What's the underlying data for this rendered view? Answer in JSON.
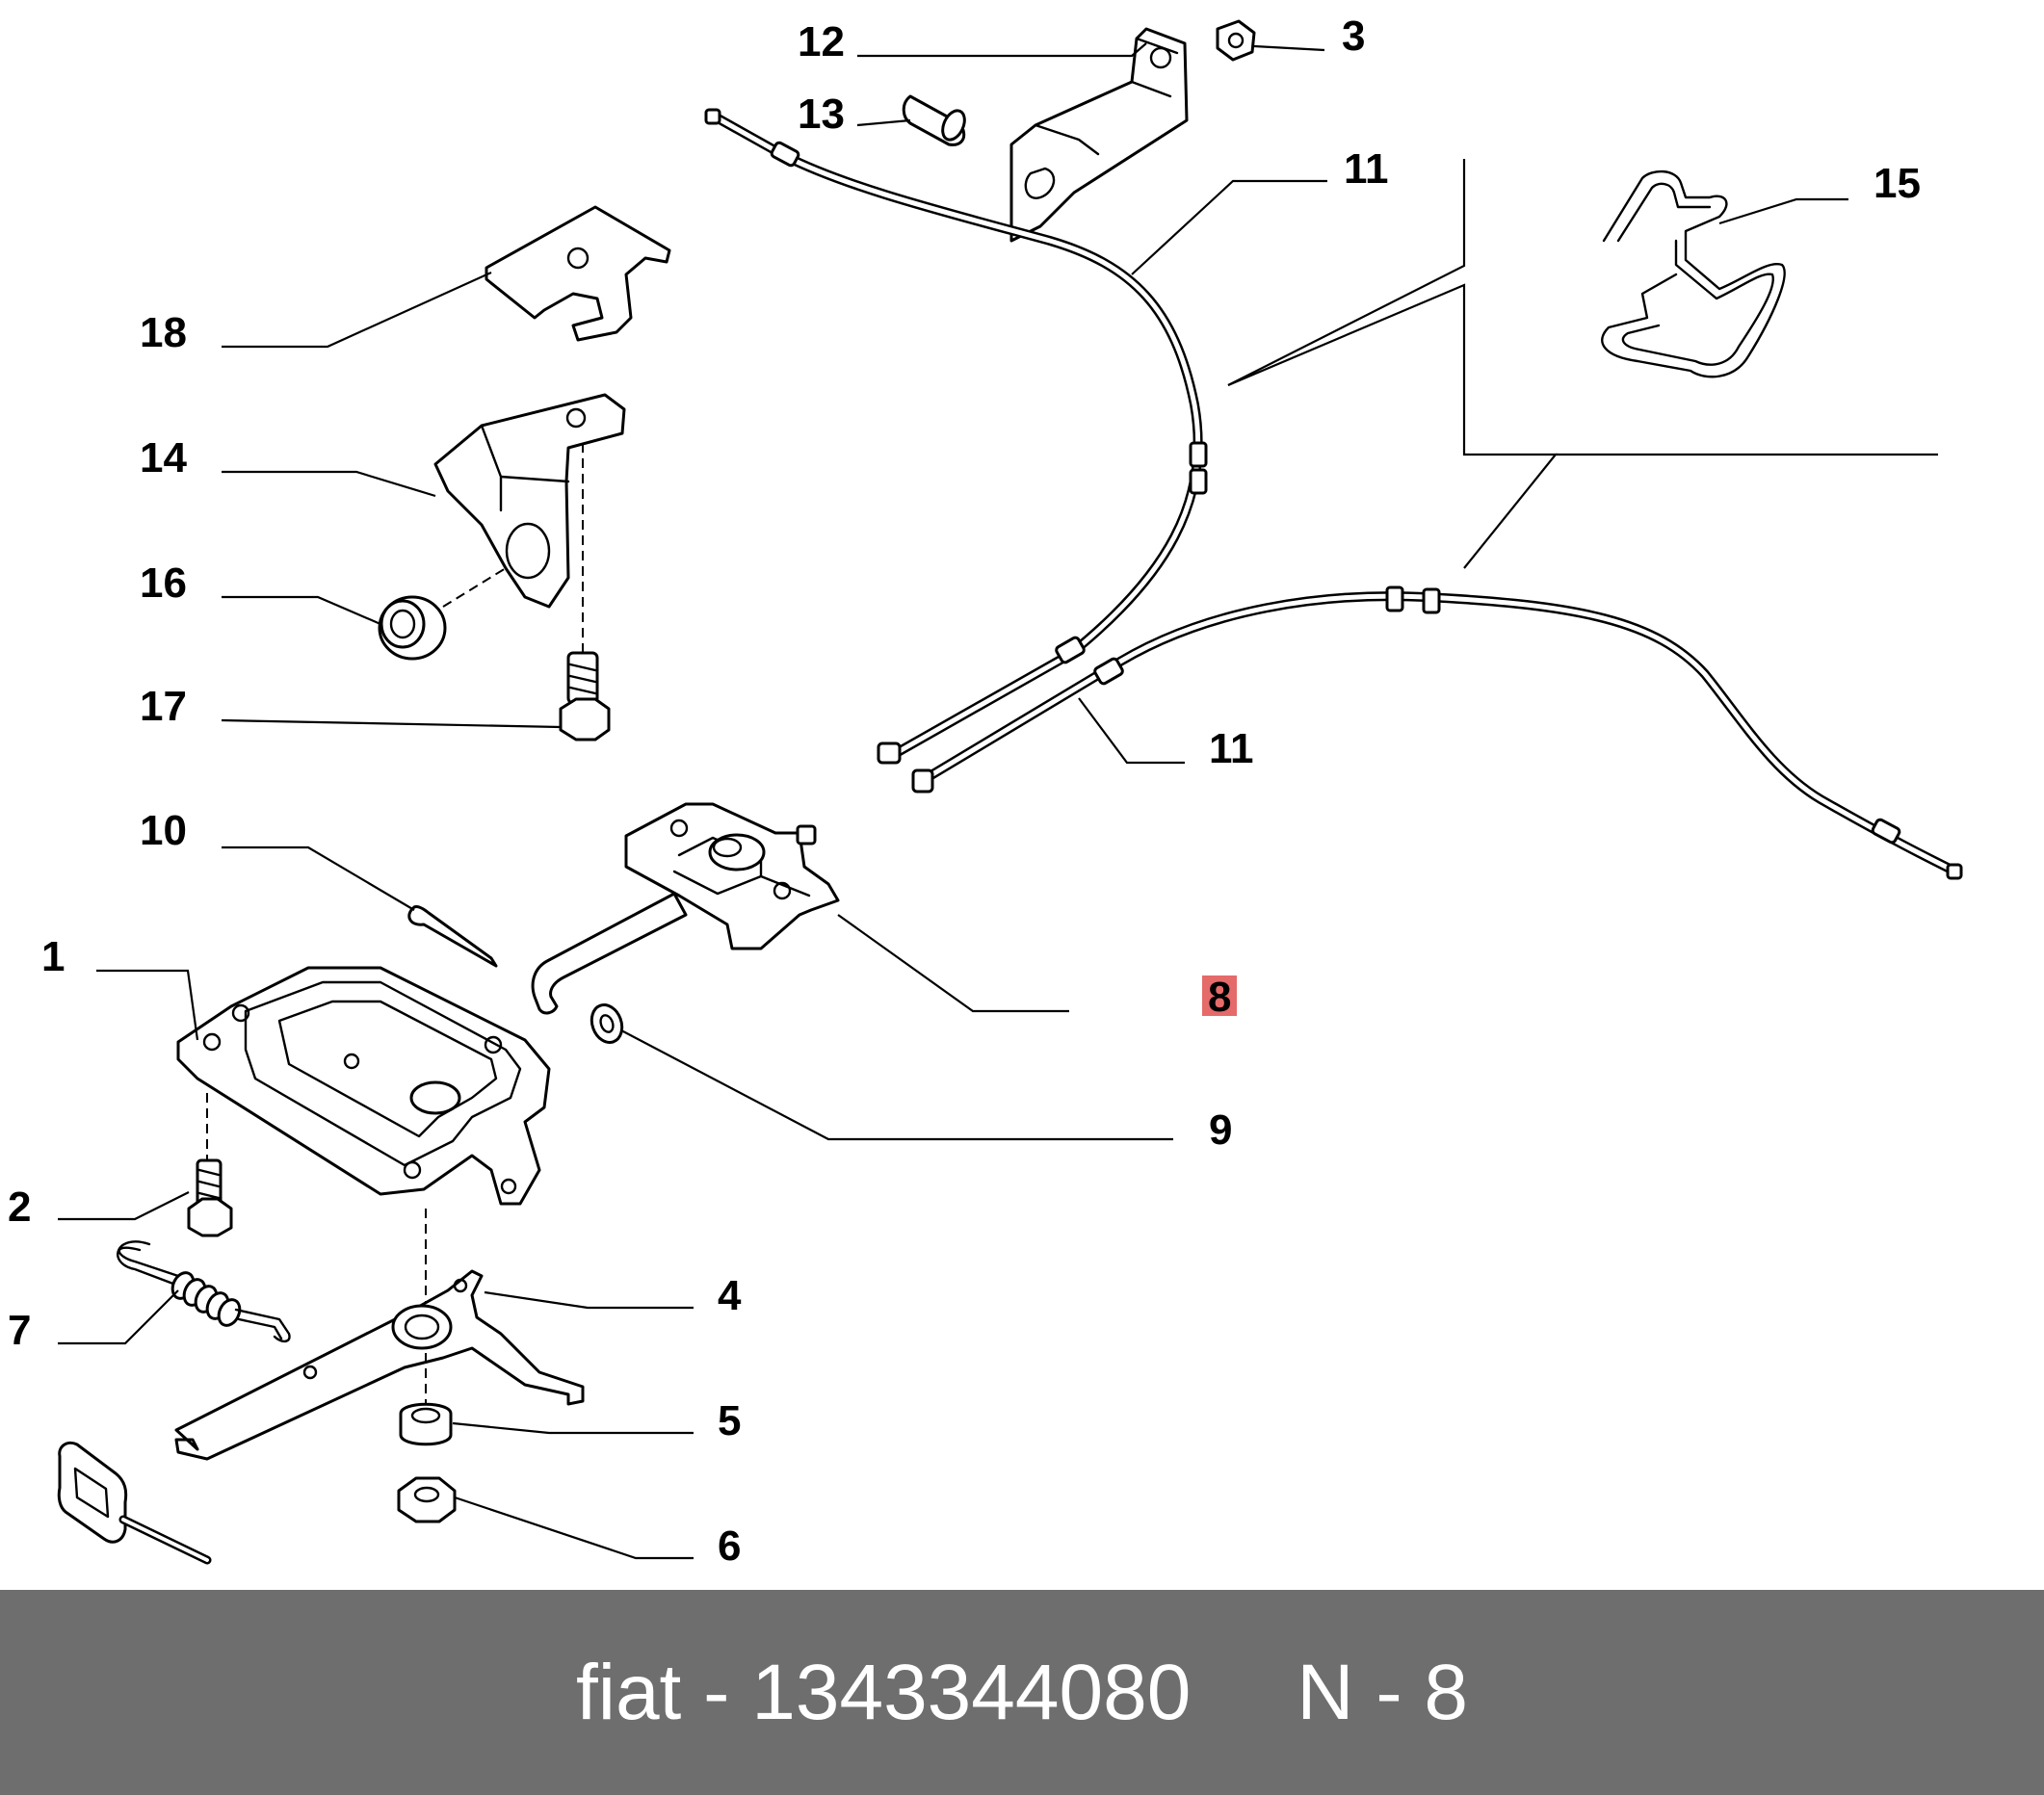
{
  "callouts": {
    "c1": "1",
    "c2": "2",
    "c3": "3",
    "c4": "4",
    "c5": "5",
    "c6": "6",
    "c7": "7",
    "c8": "8",
    "c9": "9",
    "c10": "10",
    "c11a": "11",
    "c11b": "11",
    "c12": "12",
    "c13": "13",
    "c14": "14",
    "c15": "15",
    "c16": "16",
    "c17": "17",
    "c18": "18"
  },
  "highlight": {
    "callout": "8",
    "color": "#e56a6a"
  },
  "footer": {
    "brand": "fiat",
    "separator": "-",
    "part_number": "1343344080",
    "ref_prefix": "N",
    "ref_separator": "-",
    "ref_number": "8"
  },
  "colors": {
    "footer_bg": "#6e6e6e",
    "footer_text": "#ffffff",
    "line": "#000000"
  }
}
